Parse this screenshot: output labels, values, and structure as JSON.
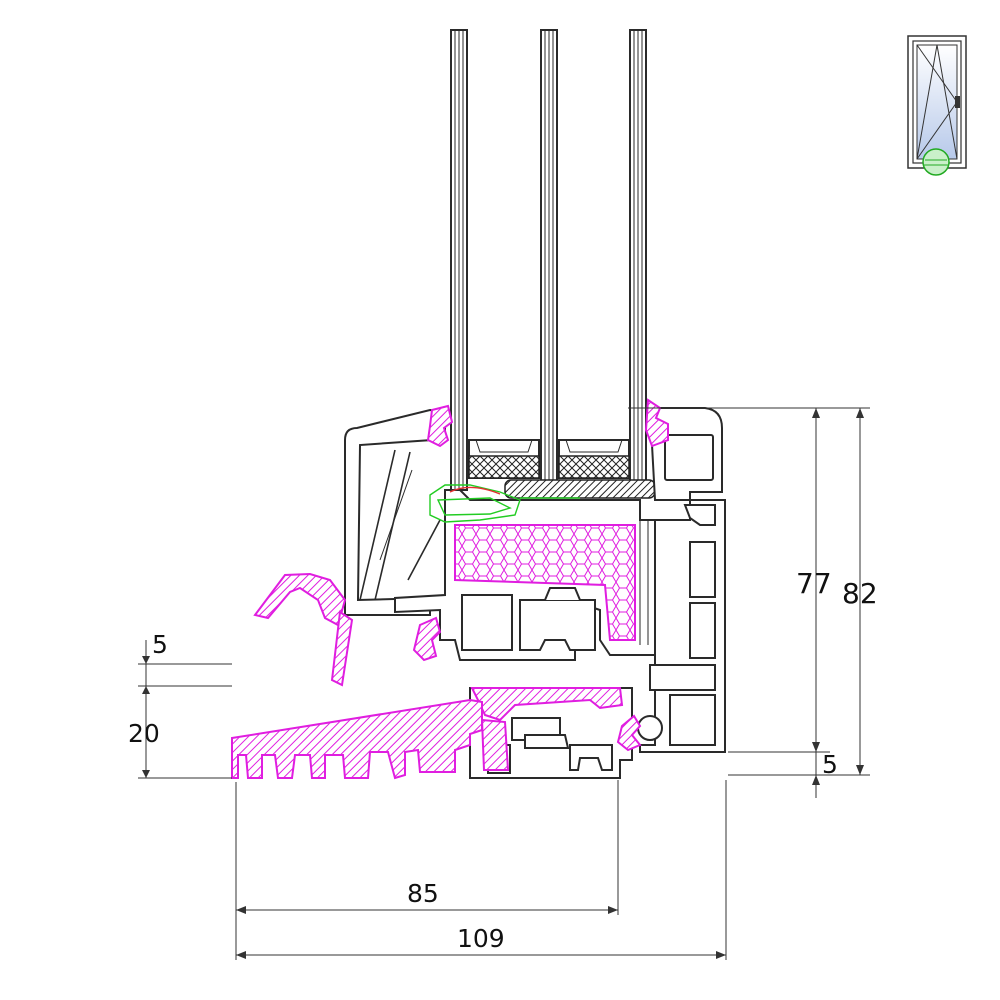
{
  "dimensions": {
    "rebate_gap": "5",
    "sill_height": "20",
    "sash_height": "77",
    "frame_height": "82",
    "frame_offset": "5",
    "frame_depth": "85",
    "total_depth": "109"
  },
  "colors": {
    "outline": "#2a2a2a",
    "gasket_magenta": "#e01ee0",
    "hardware_green": "#22cc22",
    "glass_icon_blue": "#b7c9ea"
  },
  "icons": {
    "window_thumbnail": "tilt-turn-window-icon",
    "section_marker": "green-circle-marker"
  }
}
